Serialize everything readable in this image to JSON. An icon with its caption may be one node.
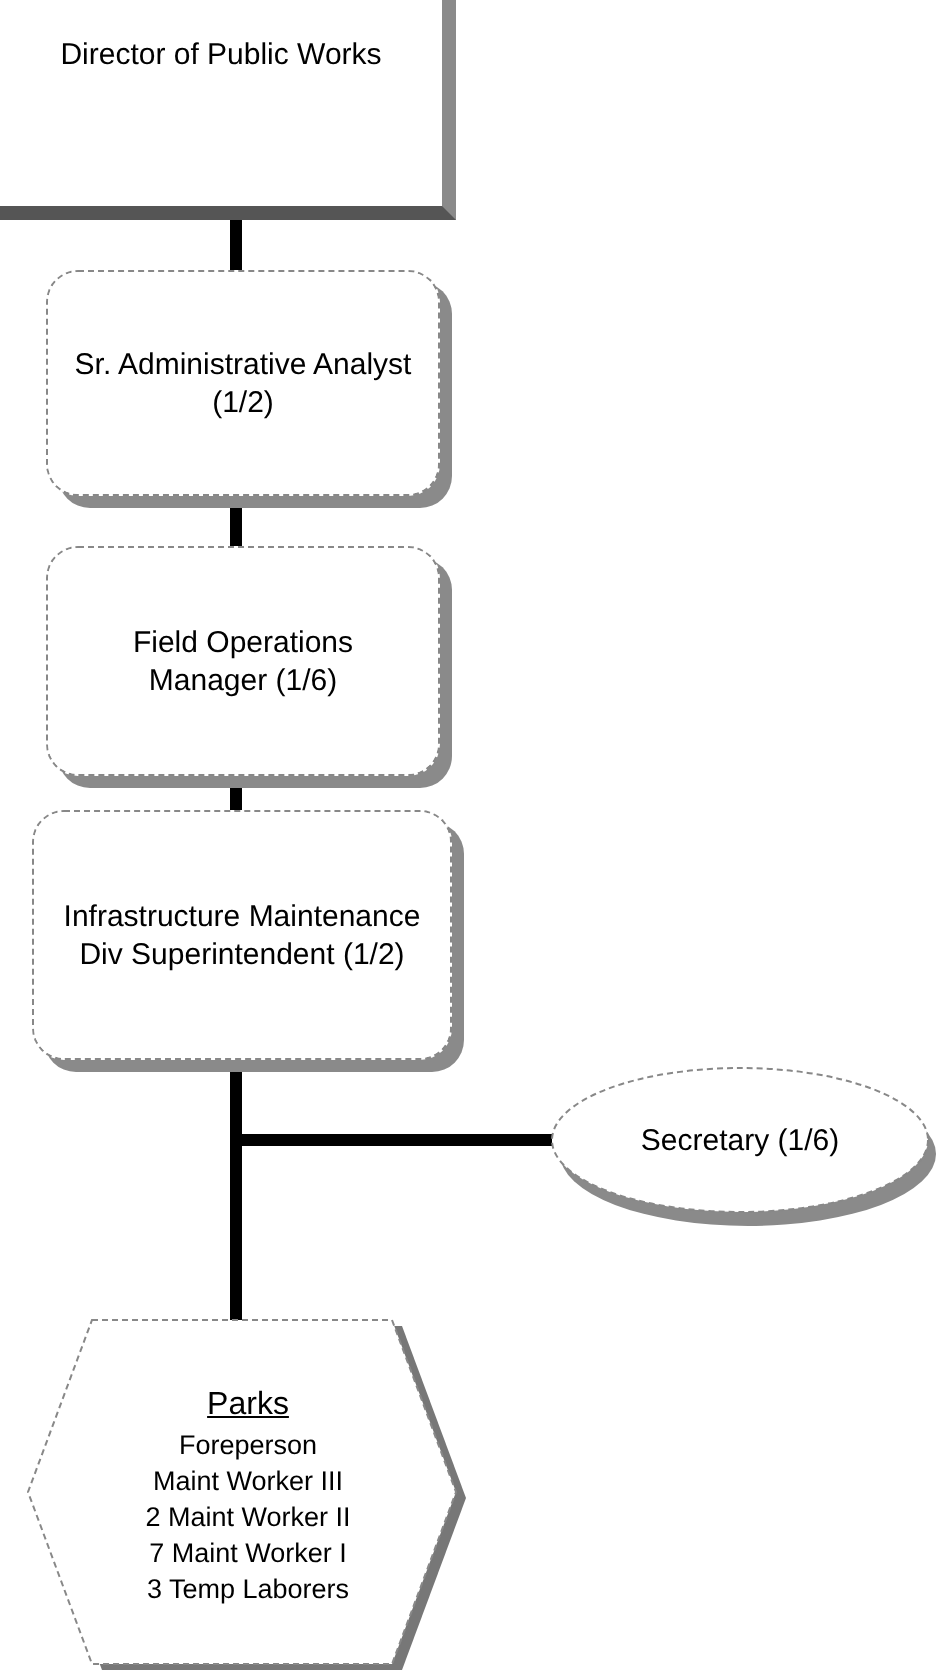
{
  "diagram": {
    "nodes": [
      {
        "text": [
          "Director of Public Works"
        ]
      },
      {
        "text": [
          "Sr. Administrative Analyst (1/2)"
        ]
      },
      {
        "text": [
          "Field Operations Manager (1/6)"
        ]
      },
      {
        "text": [
          "Infrastructure Maintenance Div Superintendent (1/2)"
        ]
      },
      {
        "text": [
          "Secretary (1/6)"
        ]
      },
      {
        "text": [
          "Parks",
          "Foreperson",
          "Maint Worker III",
          "2 Maint Worker II",
          "7 Maint Worker I",
          "3 Temp Laborers"
        ]
      }
    ],
    "edges": [
      {
        "from": 0,
        "to": 1,
        "arrow": "none"
      },
      {
        "from": 1,
        "to": 2,
        "arrow": "none"
      },
      {
        "from": 2,
        "to": 3,
        "arrow": "none"
      },
      {
        "from": 3,
        "to": 4,
        "arrow": "none"
      },
      {
        "from": 3,
        "to": 5,
        "arrow": "none"
      }
    ]
  }
}
